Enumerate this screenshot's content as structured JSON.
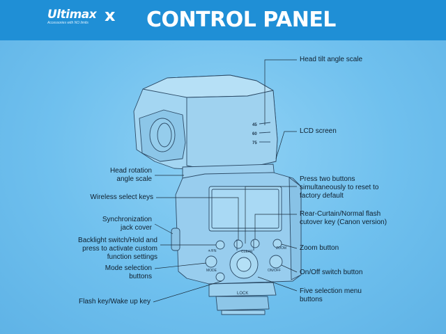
{
  "brand": {
    "logo_text": "Ultimax",
    "logo_tagline": "Accessories with NO limits",
    "accent": "#1f8fd6"
  },
  "header": {
    "title": "CONTROL PANEL"
  },
  "flash": {
    "scale_marks": [
      "45",
      "60",
      "75"
    ],
    "button_labels": {
      "clear": "CLEAR",
      "zoom": "ZOOM",
      "mode": "MODE",
      "onoff": "ON/OFF",
      "lock": "LOCK",
      "light": "☀/FN"
    }
  },
  "callouts": {
    "head_tilt": "Head tilt angle scale",
    "lcd_screen": "LCD screen",
    "head_rotation": "Head rotation angle scale",
    "press_two": "Press two buttons simultaneously to reset to factory default",
    "wireless": "Wireless select keys",
    "rear_curtain": "Rear-Curtain/Normal flash cutover key (Canon version)",
    "sync_jack": "Synchronization jack cover",
    "backlight": "Backlight switch/Hold and press to activate custom function settings",
    "zoom_button": "Zoom button",
    "mode_selection": "Mode selection buttons",
    "onoff": "On/Off switch button",
    "five_selection": "Five selection menu buttons",
    "flash_key": "Flash key/Wake up key"
  }
}
